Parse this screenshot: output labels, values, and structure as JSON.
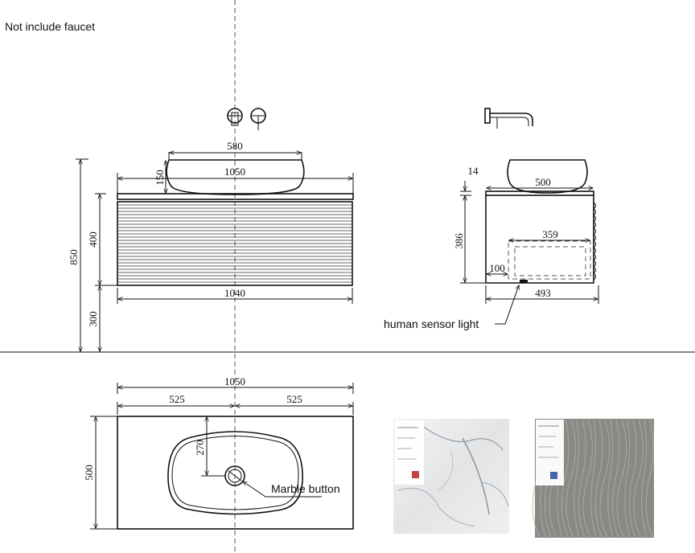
{
  "notes": {
    "faucet": "Not include faucet",
    "sensor": "human sensor light",
    "marble_button": "Marble button"
  },
  "front_view": {
    "basin_width": "580",
    "basin_height": "150",
    "top_width": "1050",
    "total_height": "850",
    "cabinet_height": "400",
    "leg_height": "300",
    "cabinet_width": "1040"
  },
  "side_view": {
    "top_thickness": "14",
    "basin_depth": "500",
    "cabinet_height": "386",
    "drawer_depth": "359",
    "drawer_offset": "100",
    "cabinet_depth": "493"
  },
  "top_view": {
    "total_width": "1050",
    "left_half": "525",
    "right_half": "525",
    "depth": "500",
    "drain_offset": "270"
  },
  "swatches": [
    {
      "name": "marble-swatch",
      "color": "#e6e7e9",
      "vein": "#8f959b"
    },
    {
      "name": "wood-swatch",
      "color": "#8b8985",
      "grain": "#b3b0aa"
    }
  ]
}
